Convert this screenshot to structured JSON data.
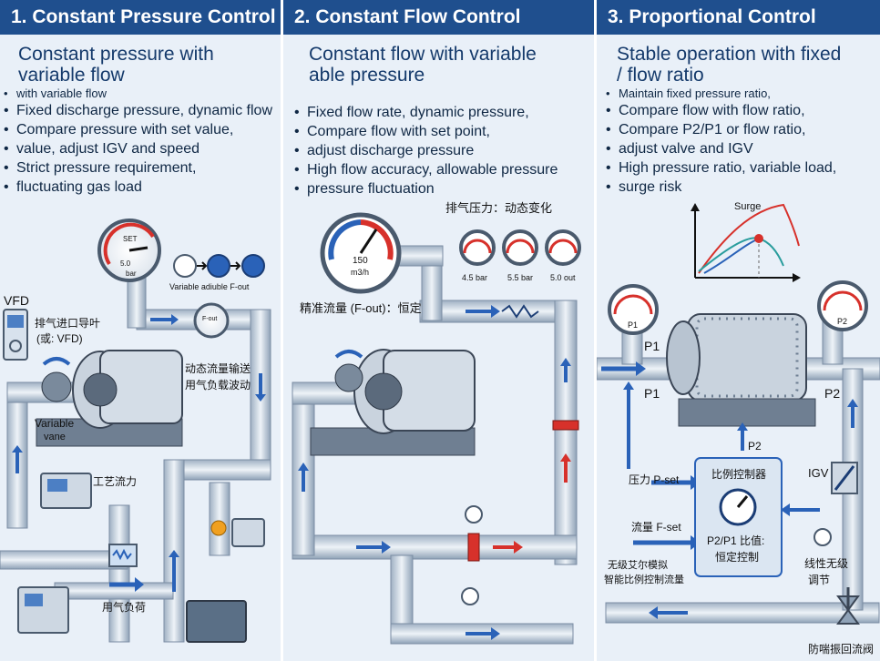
{
  "panels": [
    {
      "title": "1. Constant Pressure Control",
      "subtitle": [
        "Constant pressure with",
        "variable flow"
      ],
      "bullets": [
        "with variable flow",
        "Fixed discharge pressure, dynamic flow",
        "Compare pressure with set value,",
        "value, adjust IGV and speed",
        "Strict pressure requirement,",
        "fluctuating gas load"
      ],
      "labels": {
        "vfd": "VFD",
        "vfd_cn": "排气进口导叶",
        "vfd_cn2": "(或: VFD)",
        "variable": "Variable",
        "vane": "vane",
        "gauge_set": "SET",
        "gauge_val": "5.0",
        "gauge_unit": "bar",
        "variable_flow": "Variable adiuble F-out",
        "fout": "F-out",
        "dyn1": "动态流量输送",
        "dyn2": "用气负载波动",
        "process": "工艺流力",
        "gas_use": "用气负荷"
      }
    },
    {
      "title": "2. Constant Flow Control",
      "subtitle": [
        "Constant flow with variable",
        "able pressure"
      ],
      "bullets": [
        "Fixed flow rate, dynamic pressure,",
        "Compare flow with set point,",
        "adjust discharge pressure",
        "High flow accuracy, allowable pressure",
        "pressure fluctuation"
      ],
      "labels": {
        "discharge": "排气压力：动态变化",
        "g1": "4.5 bar",
        "g2": "5.5 bar",
        "g3": "5.0 out",
        "big_val": "150",
        "big_unit": "m3/h",
        "flow_const": "精准流量 (F-out)：恒定"
      }
    },
    {
      "title": "3. Proportional Control",
      "subtitle": [
        "Stable operation with fixed",
        "/ flow ratio"
      ],
      "bullets": [
        "Maintain fixed pressure ratio,",
        "Compare flow with flow ratio,",
        "Compare P2/P1 or flow ratio,",
        "adjust valve and IGV",
        "High pressure ratio, variable load,",
        "surge risk"
      ],
      "labels": {
        "surge": "Surge",
        "p1": "P1",
        "p2": "P2",
        "p1b": "P1",
        "p2b": "P2",
        "p2c": "P2",
        "igv": "IGV",
        "press_set": "压力 P-set",
        "flow_set": "流量 F-set",
        "ctrl_title": "比例控制器",
        "ctrl_ratio": "P2/P1 比值:",
        "ctrl_const": "恒定控制",
        "left_a": "无级艾尔模拟",
        "left_b": "智能比例控制流量",
        "right_a": "线性无级",
        "right_b": "调节",
        "anti_surge": "防喘振回流阀"
      }
    }
  ],
  "colors": {
    "header": "#1f4f8e",
    "pipe": "#c8d3de",
    "arrow": "#2a62b8",
    "red": "#d7312b"
  }
}
